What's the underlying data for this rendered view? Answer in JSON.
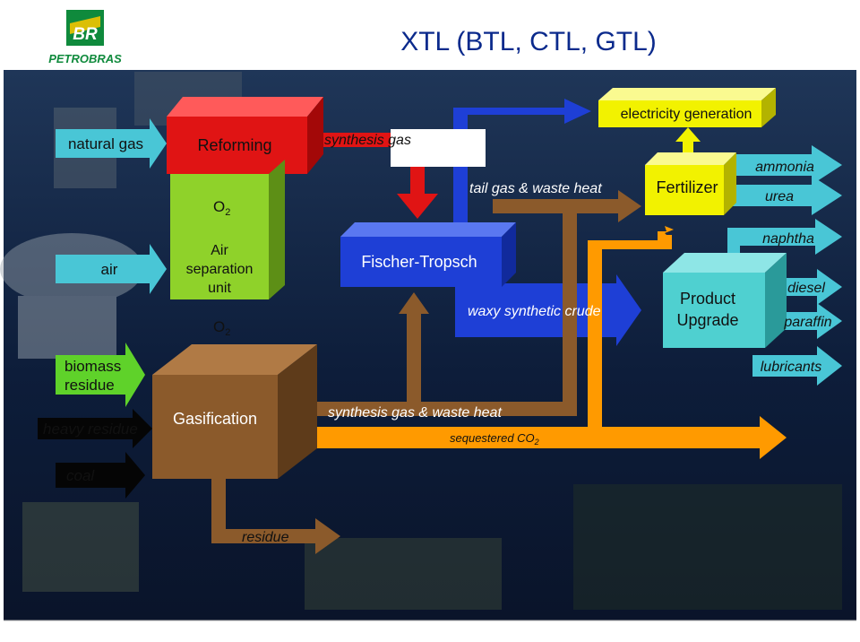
{
  "title": "XTL (BTL, CTL, GTL)",
  "logo": {
    "letters": "BR",
    "company": "PETROBRAS"
  },
  "colors": {
    "background": "#0c1c3a",
    "logo_green": "#0f8a3c",
    "logo_yellow": "#f2c400",
    "title_blue": "#0b2a8c",
    "reforming": "#e01414",
    "air_separation": "#8fd22a",
    "gasification": "#8b5a2b",
    "fischer_tropsch": "#1e3fd6",
    "fertilizer": "#f2f200",
    "electricity": "#f2f200",
    "product_upgrade": "#4fd0d0",
    "arrow_cyan": "#49c6d6",
    "arrow_green": "#5fd22a",
    "arrow_black": "#050505",
    "arrow_orange": "#ff9a00",
    "arrow_brown": "#8b5a2b",
    "arrow_blue": "#1e3fd6",
    "arrow_red": "#e01414",
    "arrow_yellow": "#f2f200"
  },
  "boxes": {
    "reforming": "Reforming",
    "air_separation": [
      "Air",
      "separation",
      "unit"
    ],
    "gasification": "Gasification",
    "fischer_tropsch": "Fischer-Tropsch",
    "fertilizer": "Fertilizer",
    "electricity": "electricity generation",
    "product_upgrade": [
      "Product",
      "Upgrade"
    ]
  },
  "o2": {
    "label": "O",
    "subscript": "2"
  },
  "inputs": {
    "natural_gas": "natural gas",
    "air": "air",
    "biomass": [
      "biomass",
      "residue"
    ],
    "heavy_residue": "heavy residue",
    "coal": "coal"
  },
  "flows": {
    "synthesis_gas": "synthesis gas",
    "tail_gas": "tail gas & waste heat",
    "waxy_crude": "waxy synthetic crude",
    "synthesis_gas_waste": "synthesis gas & waste heat",
    "sequestered": {
      "text": "sequestered CO",
      "subscript": "2"
    },
    "residue": "residue"
  },
  "outputs": {
    "ammonia": "ammonia",
    "urea": "urea",
    "naphtha": "naphtha",
    "diesel": "diesel",
    "paraffin": "paraffin",
    "lubricants": "lubricants"
  }
}
